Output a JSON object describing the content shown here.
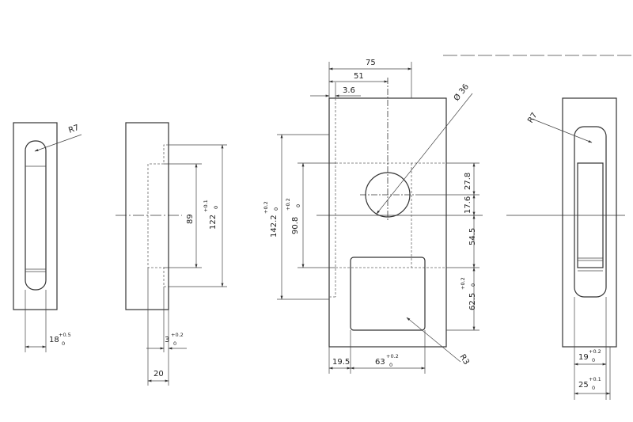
{
  "dims": {
    "v1_r": "R7",
    "v1_w": "18",
    "v1_w_tol_up": "+0.5",
    "v1_w_tol_dn": "0",
    "v2_h1": "89",
    "v2_h2": "122",
    "v2_h2_tol_up": "+0.1",
    "v2_h2_tol_dn": "0",
    "v2_w1": "3",
    "v2_w1_tol_up": "+0.2",
    "v2_w1_tol_dn": "0",
    "v2_w2": "20",
    "v3_w75": "75",
    "v3_w51": "51",
    "v3_w36": "3.6",
    "v3_dia": "Ø 36",
    "v3_h1422": "142.2",
    "v3_h1422_up": "+0.2",
    "v3_h1422_dn": "0",
    "v3_h908": "90.8",
    "v3_h908_up": "+0.2",
    "v3_h908_dn": "0",
    "v3_278": "27.8",
    "v3_176": "17.6",
    "v3_545": "54.5",
    "v3_625": "62.5",
    "v3_625_up": "+0.2",
    "v3_625_dn": "0",
    "v3_195": "19.5",
    "v3_63": "63",
    "v3_63_up": "+0.2",
    "v3_63_dn": "0",
    "v3_r3": "R3",
    "v4_r": "R7",
    "v4_19": "19",
    "v4_19_up": "+0.2",
    "v4_19_dn": "0",
    "v4_25": "25",
    "v4_25_up": "+0.1",
    "v4_25_dn": "0"
  }
}
